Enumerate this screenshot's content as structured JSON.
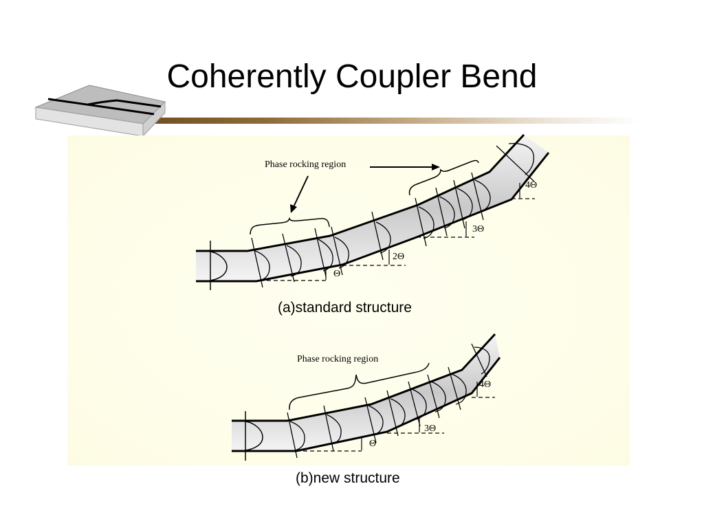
{
  "slide": {
    "title": "Coherently Coupler Bend"
  },
  "diagram_a": {
    "annotation": "Phase rocking region",
    "angle_labels": [
      "Θ",
      "2Θ",
      "3Θ",
      "4Θ"
    ],
    "caption": "(a)standard structure"
  },
  "diagram_b": {
    "annotation": "Phase rocking region",
    "angle_labels": [
      "Θ",
      "3Θ",
      "4Θ"
    ],
    "caption": "(b)new structure"
  },
  "colors": {
    "accent_rule_dark": "#6f4d1f",
    "panel_background": "#fefde8",
    "waveguide_fill": "#d6d6d6"
  },
  "icons": [
    "waveguide-chip-icon"
  ]
}
